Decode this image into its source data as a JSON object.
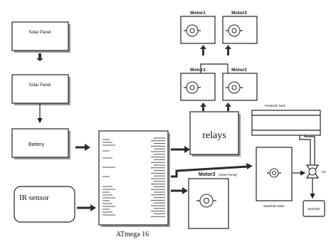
{
  "blocks": {
    "solar_panel_1": "Solar Panel",
    "solar_panel_2": "Solar Panel",
    "battery": "Battery",
    "ir_sensor": "IR sensor",
    "mcu": "ATmega 16",
    "relays": "relays",
    "motor1_top": "Motor1",
    "motor2_top": "Motor2",
    "motor1_mid": "Motor1",
    "motor2_mid": "Motor2",
    "motor3": "Motor3",
    "motor3_note": "(Gear Pump)",
    "pesticide_tank": "Pesticide Tank",
    "sprinkler": "Sprinkler",
    "valve": "NV",
    "manifold": "Manifold Valve"
  }
}
